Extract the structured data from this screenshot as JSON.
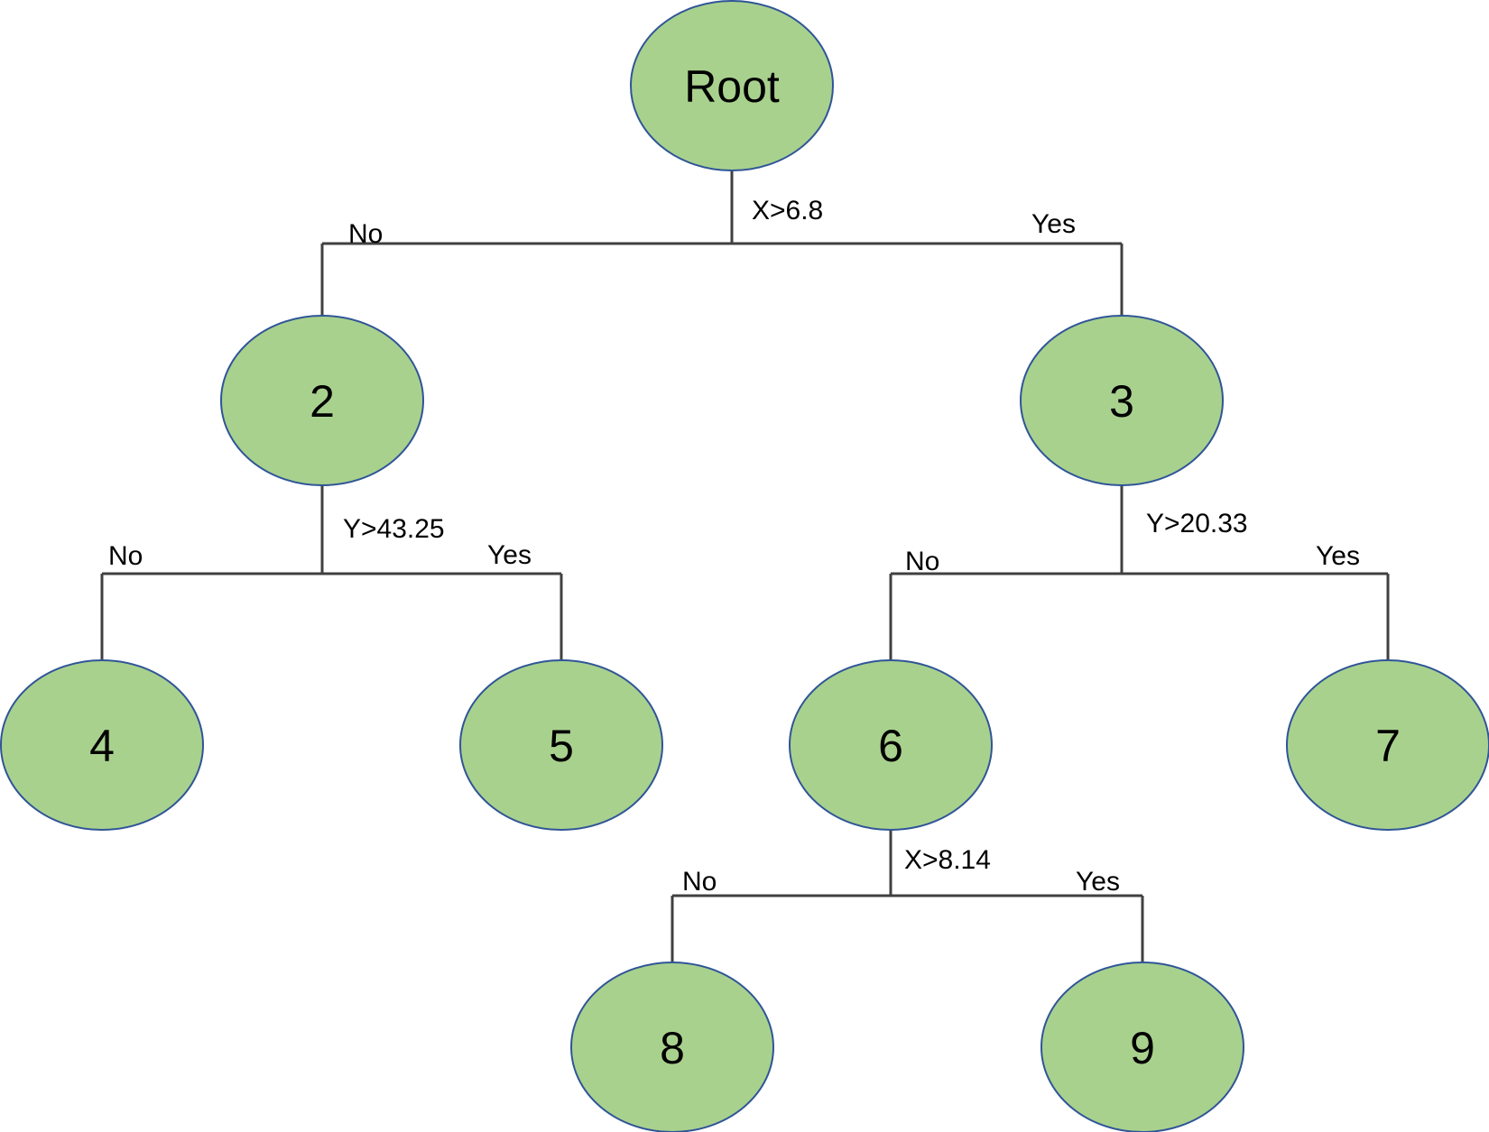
{
  "colors": {
    "node_fill": "#A9D18E",
    "node_stroke": "#2F5597",
    "edge": "#404040",
    "text": "#000000"
  },
  "nodes": {
    "root": "Root",
    "n2": "2",
    "n3": "3",
    "n4": "4",
    "n5": "5",
    "n6": "6",
    "n7": "7",
    "n8": "8",
    "n9": "9"
  },
  "splits": {
    "root": {
      "condition": "X>6.8",
      "no": "No",
      "yes": "Yes"
    },
    "n2": {
      "condition": "Y>43.25",
      "no": "No",
      "yes": "Yes"
    },
    "n3": {
      "condition": "Y>20.33",
      "no": "No",
      "yes": "Yes"
    },
    "n6": {
      "condition": "X>8.14",
      "no": "No",
      "yes": "Yes"
    }
  }
}
